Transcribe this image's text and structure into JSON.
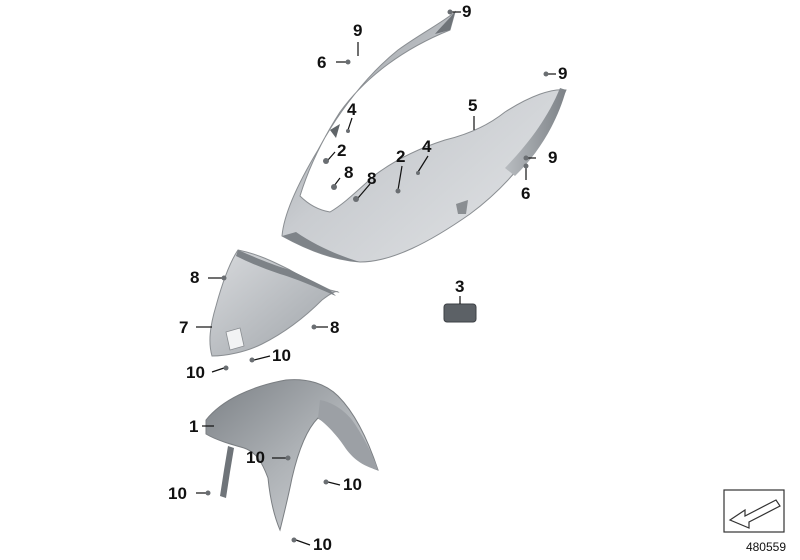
{
  "diagram": {
    "callouts": [
      {
        "id": "c9a",
        "label": "9"
      },
      {
        "id": "c9b",
        "label": "9"
      },
      {
        "id": "c9c",
        "label": "9"
      },
      {
        "id": "c9d",
        "label": "9"
      },
      {
        "id": "c6a",
        "label": "6"
      },
      {
        "id": "c6b",
        "label": "6"
      },
      {
        "id": "c5",
        "label": "5"
      },
      {
        "id": "c4a",
        "label": "4"
      },
      {
        "id": "c4b",
        "label": "4"
      },
      {
        "id": "c2a",
        "label": "2"
      },
      {
        "id": "c2b",
        "label": "2"
      },
      {
        "id": "c8a",
        "label": "8"
      },
      {
        "id": "c8b",
        "label": "8"
      },
      {
        "id": "c8c",
        "label": "8"
      },
      {
        "id": "c8d",
        "label": "8"
      },
      {
        "id": "c3",
        "label": "3"
      },
      {
        "id": "c7",
        "label": "7"
      },
      {
        "id": "c10a",
        "label": "10"
      },
      {
        "id": "c10b",
        "label": "10"
      },
      {
        "id": "c10c",
        "label": "10"
      },
      {
        "id": "c10d",
        "label": "10"
      },
      {
        "id": "c10e",
        "label": "10"
      },
      {
        "id": "c10f",
        "label": "10"
      },
      {
        "id": "c1",
        "label": "1"
      }
    ],
    "diagram_number": "480559"
  }
}
